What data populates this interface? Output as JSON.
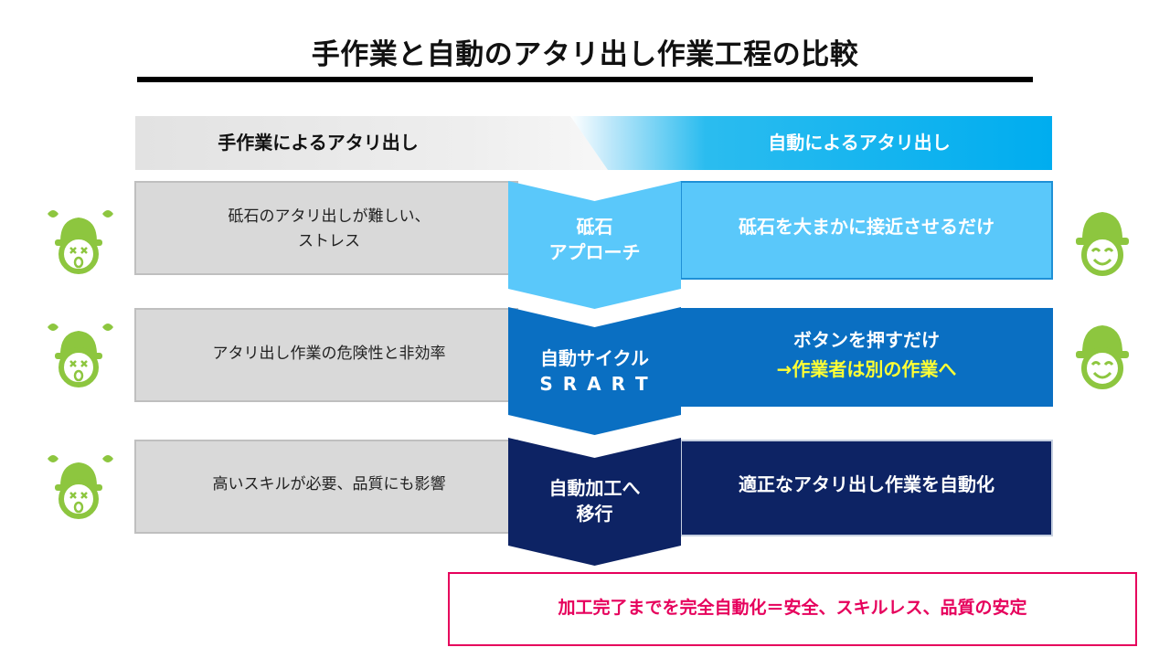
{
  "title": "手作業と自動のアタリ出し作業工程の比較",
  "headers": {
    "manual": "手作業によるアタリ出し",
    "auto": "自動によるアタリ出し"
  },
  "rows": [
    {
      "manual_lines": [
        "砥石のアタリ出しが難しい、",
        "ストレス"
      ],
      "step_lines": [
        "砥石",
        "アプローチ"
      ],
      "auto_lines": [
        "砥石を大まかに接近させるだけ"
      ],
      "auto_color": "#5ac8fa",
      "step_color": "#5ac8fa"
    },
    {
      "manual_lines": [
        "アタリ出し作業の危険性と非効率"
      ],
      "step_lines": [
        "自動サイクル",
        "S R A R T"
      ],
      "auto_lines": [
        "ボタンを押すだけ",
        "→作業者は別の作業へ"
      ],
      "auto_color": "#0a6fc2",
      "step_color": "#0a6fc2"
    },
    {
      "manual_lines": [
        "高いスキルが必要、品質にも影響"
      ],
      "step_lines": [
        "自動加工へ",
        "移行"
      ],
      "auto_lines": [
        "適正なアタリ出し作業を自動化"
      ],
      "auto_color": "#0d2364",
      "step_color": "#0d2364"
    }
  ],
  "faces": {
    "left": "stressed-worker-icon",
    "right": "happy-worker-icon",
    "color": "#8dc63f"
  },
  "conclusion": "加工完了までを完全自動化＝安全、スキルレス、品質の安定",
  "colors": {
    "accent_pink": "#e6005c",
    "header_blue": "#00adef",
    "highlight_yellow": "#ffff33"
  }
}
